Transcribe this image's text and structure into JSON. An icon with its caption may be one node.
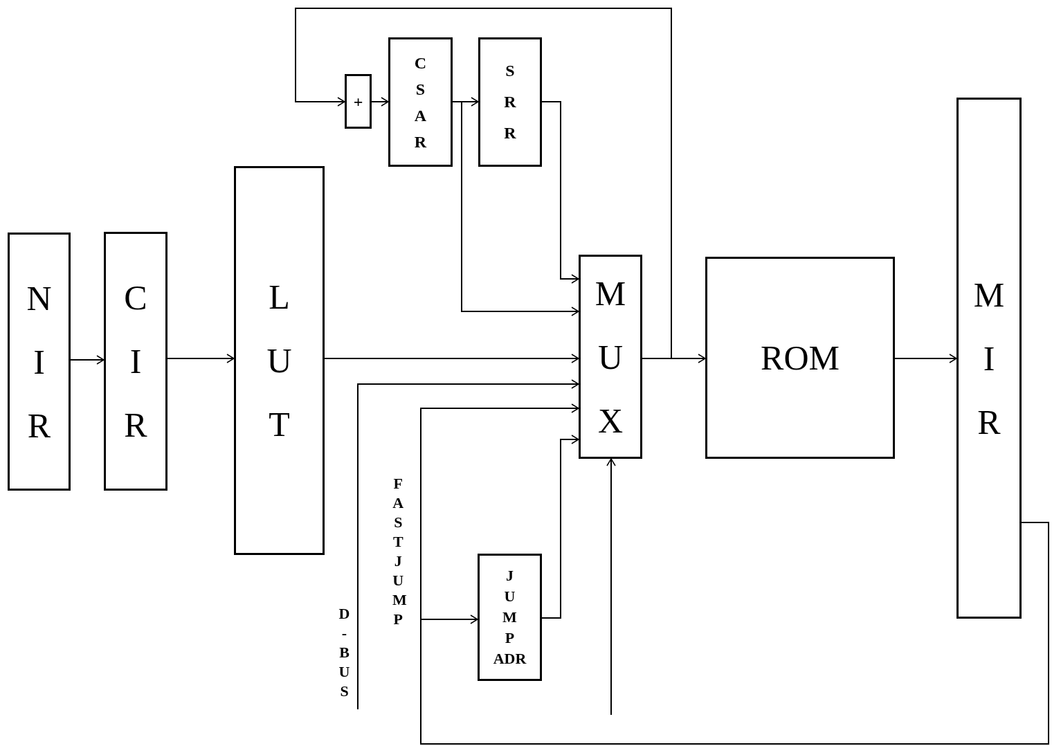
{
  "diagram": {
    "nodes": [
      {
        "text": [
          "N I R"
        ]
      },
      {
        "text": [
          "C I R"
        ]
      },
      {
        "text": [
          "L U T"
        ]
      },
      {
        "text": [
          "+"
        ]
      },
      {
        "text": [
          "C S A R"
        ]
      },
      {
        "text": [
          "S R R"
        ]
      },
      {
        "text": [
          "M U X"
        ]
      },
      {
        "text": [
          "ROM"
        ]
      },
      {
        "text": [
          "M I R"
        ]
      },
      {
        "text": [
          "J U M P ADR"
        ]
      },
      {
        "text": [
          "D-BUS"
        ]
      }
    ],
    "edges": [
      {
        "from": 0,
        "to": 1,
        "arrow": "to"
      },
      {
        "from": 1,
        "to": 2,
        "arrow": "to"
      },
      {
        "from": 2,
        "to": 6,
        "arrow": "to"
      },
      {
        "from": 6,
        "to": 7,
        "arrow": "to"
      },
      {
        "from": 7,
        "to": 8,
        "arrow": "to"
      },
      {
        "from": 6,
        "to": 3,
        "arrow": "to"
      },
      {
        "from": 3,
        "to": 4,
        "arrow": "to"
      },
      {
        "from": 4,
        "to": 5,
        "arrow": "to"
      },
      {
        "from": 4,
        "to": 6,
        "arrow": "to"
      },
      {
        "from": 5,
        "to": 6,
        "arrow": "to"
      },
      {
        "from": 10,
        "to": 6,
        "arrow": "to"
      },
      {
        "from": 8,
        "to": 6,
        "arrow": "to"
      },
      {
        "from": 8,
        "to": 9,
        "arrow": "to"
      },
      {
        "from": 9,
        "to": 6,
        "arrow": "to"
      },
      {
        "from": null,
        "to": 6,
        "arrow": "to"
      }
    ],
    "labels": [
      "FAST JUMP"
    ]
  }
}
